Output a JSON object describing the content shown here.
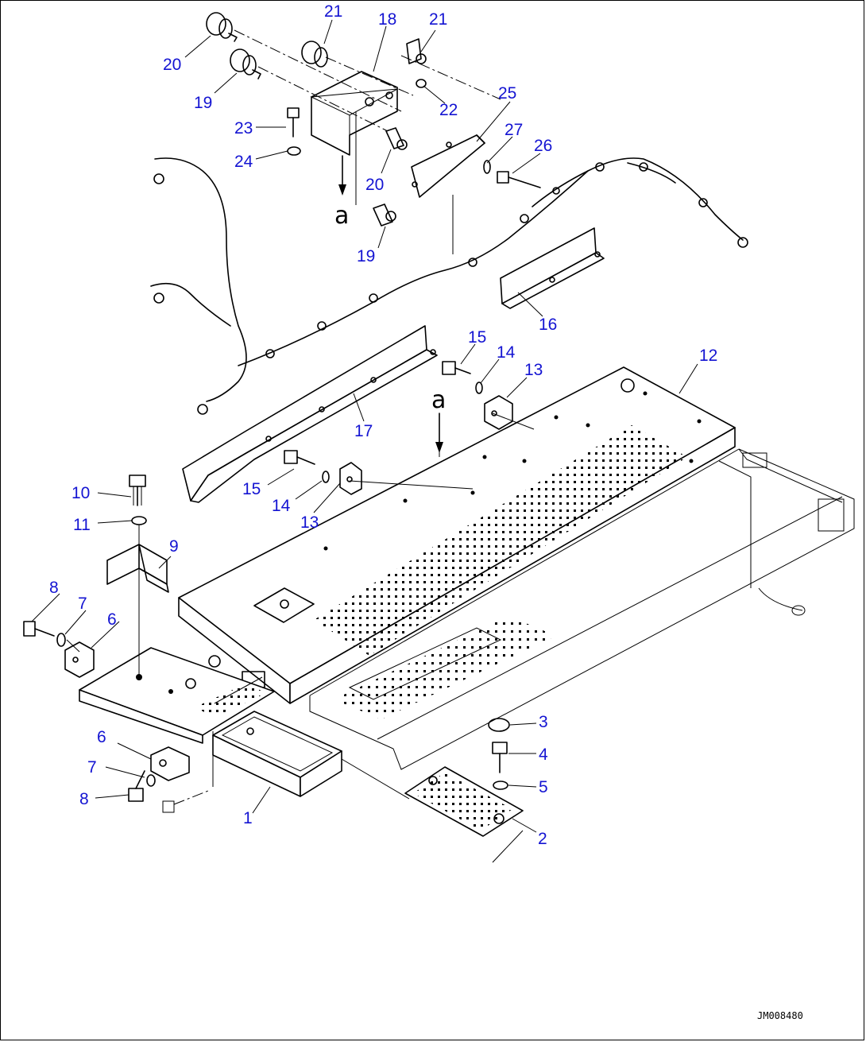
{
  "callouts": [
    "1",
    "2",
    "3",
    "4",
    "5",
    "6",
    "6",
    "7",
    "7",
    "8",
    "8",
    "9",
    "10",
    "11",
    "12",
    "13",
    "13",
    "14",
    "14",
    "15",
    "15",
    "16",
    "17",
    "18",
    "19",
    "19",
    "20",
    "20",
    "21",
    "21",
    "22",
    "23",
    "24",
    "25",
    "26",
    "27"
  ],
  "view_marker": "a",
  "drawing_code": "JM008480",
  "colors": {
    "callout_text": "#1414d2",
    "line": "#000000",
    "background": "#ffffff"
  }
}
